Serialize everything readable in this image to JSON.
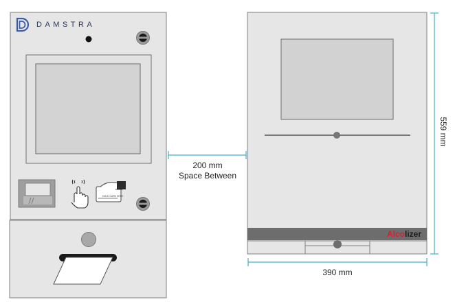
{
  "kiosk": {
    "brand": "DAMSTRA",
    "card_reader_label": "HOLD CARD HERE"
  },
  "alcolizer": {
    "brand_prefix": "A",
    "brand_highlight": "lco",
    "brand_suffix": "lizer"
  },
  "dimensions": {
    "gap_value": "200 mm",
    "gap_label": "Space Between",
    "width": "390 mm",
    "height": "559 mm"
  },
  "colors": {
    "panel": "#e6e6e6",
    "screen": "#d2d2d2",
    "outline": "#777777",
    "dimension_line": "#3fb0c9",
    "brand_navy": "#2b3550",
    "alcolizer_red": "#d8202f",
    "alcolizer_bar": "#6d6d6d"
  }
}
